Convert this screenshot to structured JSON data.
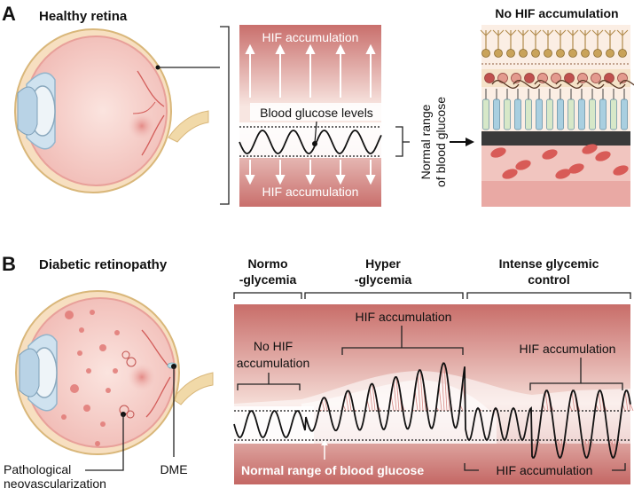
{
  "panel_a": {
    "letter": "A",
    "title": "Healthy retina",
    "hif_top": "HIF accumulation",
    "glucose_label": "Blood glucose levels",
    "hif_bottom": "HIF accumulation",
    "normal_range_line1": "Normal range",
    "normal_range_line2": "of blood glucose",
    "result_title": "No HIF accumulation"
  },
  "panel_b": {
    "letter": "B",
    "title": "Diabetic retinopathy",
    "phase1_line1": "Normo",
    "phase1_line2": "-glycemia",
    "phase2_line1": "Hyper",
    "phase2_line2": "-glycemia",
    "phase3_line1": "Intense glycemic",
    "phase3_line2": "control",
    "no_hif_line1": "No HIF",
    "no_hif_line2": "accumulation",
    "hif_mid": "HIF accumulation",
    "hif_right": "HIF accumulation",
    "hif_bottom": "HIF accumulation",
    "normal_range": "Normal range of blood glucose",
    "patho_line1": "Pathological",
    "patho_line2": "neovascularization",
    "dme": "DME"
  },
  "colors": {
    "salmon_dark": "#c66a68",
    "salmon_light": "#f6e0da",
    "eye_pink": "#f3c9c4",
    "bracket": "#222222"
  }
}
